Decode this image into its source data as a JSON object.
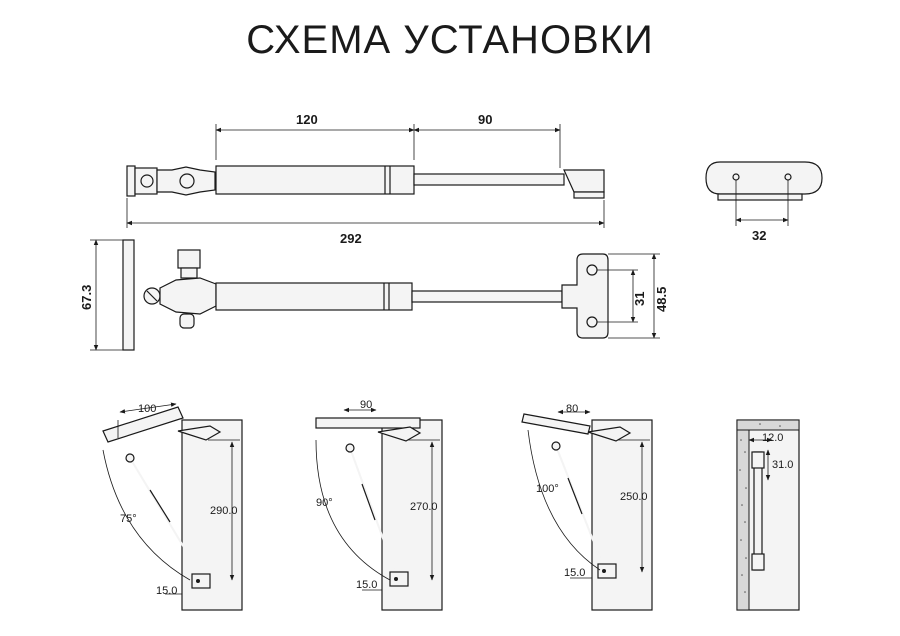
{
  "title": "СХЕМА УСТАНОВКИ",
  "top_view": {
    "dim_body": "120",
    "dim_rod": "90",
    "dim_total": "292"
  },
  "plate_view": {
    "dim_holes": "32"
  },
  "side_view": {
    "dim_height": "67.3",
    "dim_plate": "31",
    "dim_plate_total": "48.5"
  },
  "installs": [
    {
      "offset": "100",
      "angle": "75°",
      "height": "290.0",
      "base": "15.0"
    },
    {
      "offset": "90",
      "angle": "90°",
      "height": "270.0",
      "base": "15.0"
    },
    {
      "offset": "80",
      "angle": "100°",
      "height": "250.0",
      "base": "15.0"
    }
  ],
  "section": {
    "dim_a": "12.0",
    "dim_b": "31.0"
  }
}
